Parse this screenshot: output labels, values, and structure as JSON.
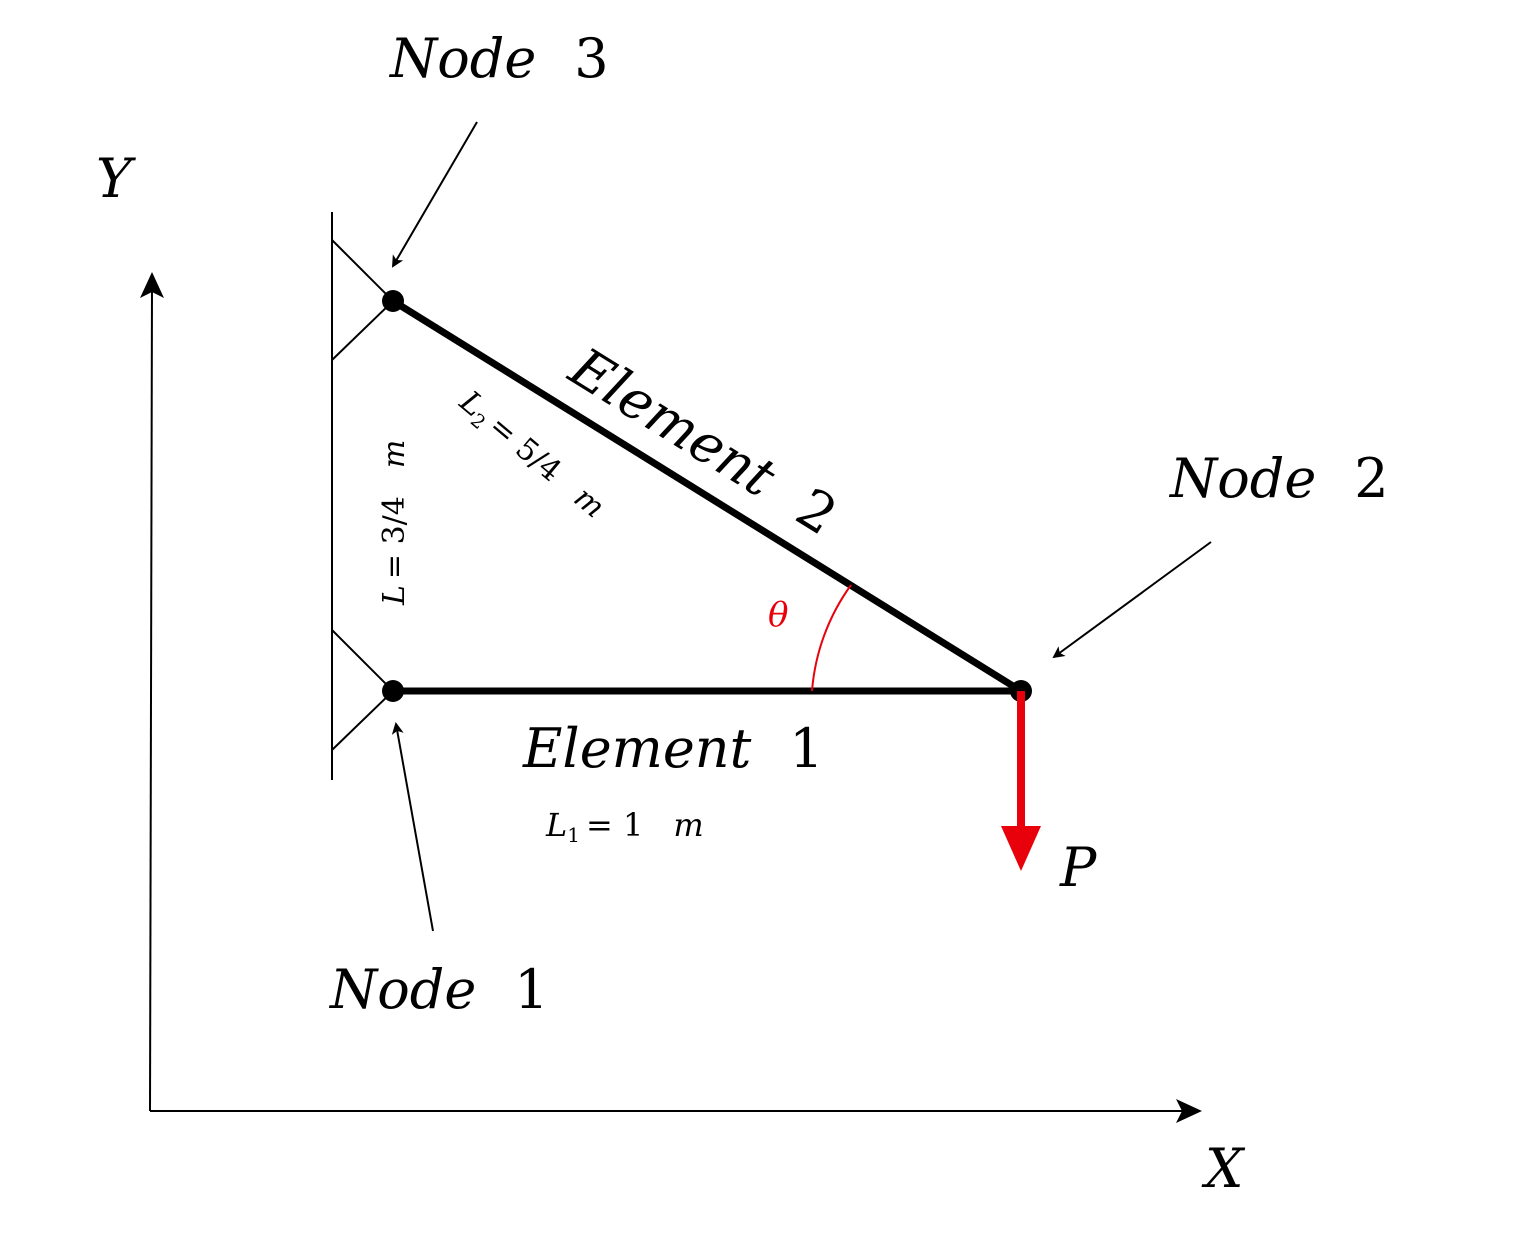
{
  "axes": {
    "x_label": "X",
    "y_label": "Y"
  },
  "nodes": [
    {
      "id": "1",
      "word": "Node",
      "number": "1"
    },
    {
      "id": "2",
      "word": "Node",
      "number": "2"
    },
    {
      "id": "3",
      "word": "Node",
      "number": "3"
    }
  ],
  "elements": [
    {
      "word": "Element",
      "number": "1",
      "length_label": "L",
      "length_sub": "1",
      "length_value": "= 1",
      "unit": "m"
    },
    {
      "word": "Element",
      "number": "2",
      "length_label": "L",
      "length_sub": "2",
      "length_value": "= 5/4",
      "unit": "m"
    }
  ],
  "support_span": {
    "length_label": "L",
    "length_value": "= 3/4",
    "unit": "m"
  },
  "angle": {
    "symbol": "θ",
    "color": "#e8000b"
  },
  "load": {
    "label": "P",
    "color": "#e8000b"
  }
}
